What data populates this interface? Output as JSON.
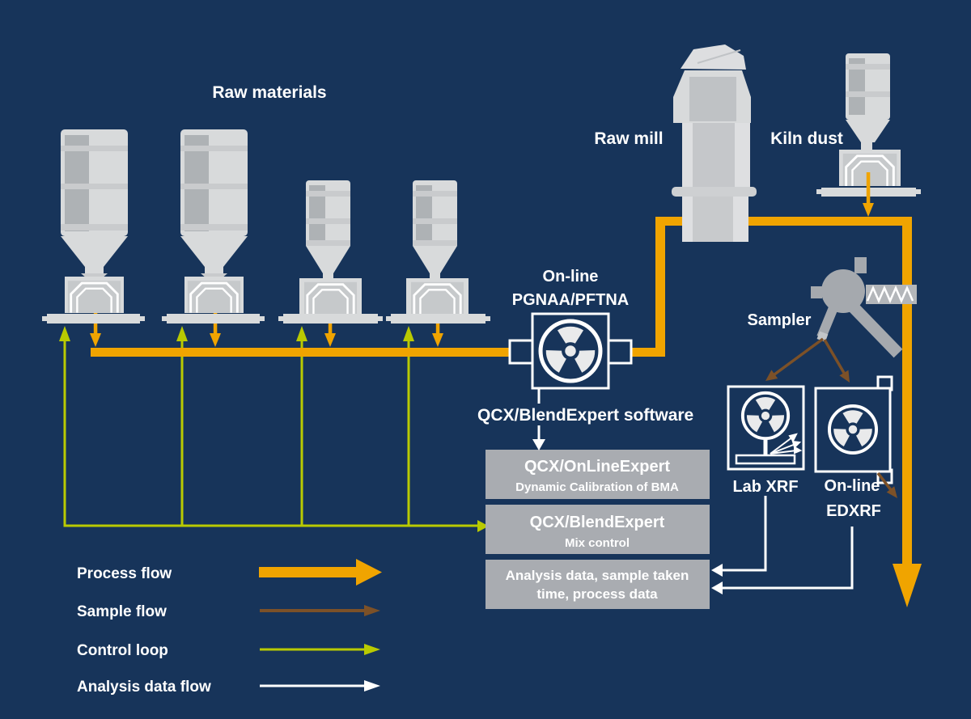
{
  "labels": {
    "raw_materials": "Raw materials",
    "raw_mill": "Raw mill",
    "kiln_dust": "Kiln dust",
    "analyzer_line1": "On-line",
    "analyzer_line2": "PGNAA/PFTNA",
    "sampler": "Sampler",
    "software": "QCX/BlendExpert software",
    "lab_xrf": "Lab XRF",
    "edxrf_line1": "On-line",
    "edxrf_line2": "EDXRF"
  },
  "boxes": {
    "online_expert": {
      "title": "QCX/OnLineExpert",
      "subtitle": "Dynamic Calibration of BMA"
    },
    "blend_expert": {
      "title": "QCX/BlendExpert",
      "subtitle": "Mix control"
    },
    "analysis_data": {
      "line1": "Analysis data, sample taken",
      "line2": "time, process data"
    }
  },
  "legend": {
    "items": [
      {
        "label": "Process flow",
        "color": "#F0A400",
        "style": "thick-arrow"
      },
      {
        "label": "Sample flow",
        "color": "#7C5128",
        "style": "thin-arrow"
      },
      {
        "label": "Control loop",
        "color": "#B9CA00",
        "style": "thin-arrow"
      },
      {
        "label": "Analysis data flow",
        "color": "#FFFFFF",
        "style": "thin-arrow"
      }
    ]
  },
  "equipment": {
    "raw_material_silos": 4,
    "kiln_dust_silo": 1,
    "raw_mill": 1,
    "sampler": 1,
    "analyzers": [
      "On-line PGNAA/PFTNA",
      "Lab XRF",
      "On-line EDXRF"
    ]
  },
  "icons": {
    "analyzer_symbol": "radiation-trefoil-icon",
    "sampler_spring": "spring-zigzag-icon",
    "feeder_detail": "feeder-arch-icon"
  },
  "colors": {
    "background": "#17345A",
    "process_flow": "#F0A400",
    "sample_flow": "#7C5128",
    "control_loop": "#B9CA00",
    "analysis_data_flow": "#FFFFFF",
    "info_box_gray": "#A9ACB1",
    "equipment_light": "#D8DADB",
    "equipment_mid": "#C9CBCD",
    "equipment_dark": "#AEB2B5",
    "sampler_gray": "#A5A9AE"
  }
}
